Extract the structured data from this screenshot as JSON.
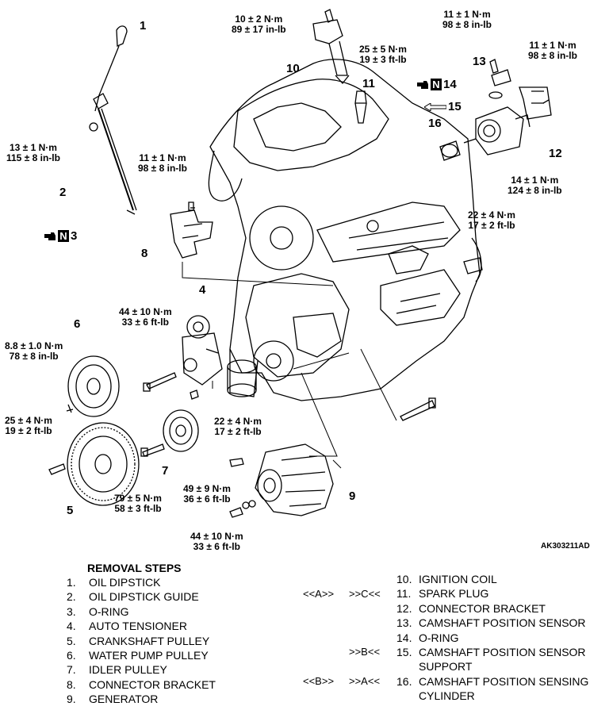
{
  "diagram": {
    "reference_id": "AK303211AD",
    "callouts": [
      "1",
      "2",
      "3",
      "4",
      "5",
      "6",
      "7",
      "8",
      "9",
      "10",
      "11",
      "12",
      "13",
      "14",
      "15",
      "16"
    ],
    "torques": [
      {
        "nm": "10 ± 2 N·m",
        "lb": "89 ± 17 in-lb"
      },
      {
        "nm": "25 ± 5 N·m",
        "lb": "19 ± 3 ft-lb"
      },
      {
        "nm": "11 ± 1 N·m",
        "lb": "98 ± 8 in-lb"
      },
      {
        "nm": "11 ± 1 N·m",
        "lb": "98 ± 8 in-lb"
      },
      {
        "nm": "13 ± 1 N·m",
        "lb": "115 ± 8 in-lb"
      },
      {
        "nm": "11 ± 1 N·m",
        "lb": "98 ± 8 in-lb"
      },
      {
        "nm": "14 ± 1 N·m",
        "lb": "124 ± 8 in-lb"
      },
      {
        "nm": "22 ± 4 N·m",
        "lb": "17 ± 2 ft-lb"
      },
      {
        "nm": "44 ± 10 N·m",
        "lb": "33 ± 6 ft-lb"
      },
      {
        "nm": "8.8 ± 1.0 N·m",
        "lb": "78 ± 8 in-lb"
      },
      {
        "nm": "22 ± 4 N·m",
        "lb": "17 ± 2 ft-lb"
      },
      {
        "nm": "25 ± 4 N·m",
        "lb": "19 ± 2 ft-lb"
      },
      {
        "nm": "79 ± 5 N·m",
        "lb": "58 ± 3 ft-lb"
      },
      {
        "nm": "49 ± 9 N·m",
        "lb": "36 ± 6 ft-lb"
      },
      {
        "nm": "44 ± 10 N·m",
        "lb": "33 ± 6 ft-lb"
      }
    ],
    "new_part_mark": "N"
  },
  "removal": {
    "heading": "REMOVAL STEPS",
    "left_steps": [
      {
        "num": "1.",
        "text": "OIL DIPSTICK"
      },
      {
        "num": "2.",
        "text": "OIL DIPSTICK GUIDE"
      },
      {
        "num": "3.",
        "text": "O-RING"
      },
      {
        "num": "4.",
        "text": "AUTO TENSIONER"
      },
      {
        "num": "5.",
        "text": "CRANKSHAFT PULLEY"
      },
      {
        "num": "6.",
        "text": "WATER PUMP PULLEY"
      },
      {
        "num": "7.",
        "text": "IDLER PULLEY"
      },
      {
        "num": "8.",
        "text": "CONNECTOR BRACKET"
      },
      {
        "num": "9.",
        "text": "GENERATOR"
      }
    ],
    "right_steps": [
      {
        "num": "10.",
        "text": "IGNITION COIL"
      },
      {
        "num": "11.",
        "text": "SPARK PLUG"
      },
      {
        "num": "12.",
        "text": "CONNECTOR BRACKET"
      },
      {
        "num": "13.",
        "text": "CAMSHAFT POSITION SENSOR"
      },
      {
        "num": "14.",
        "text": "O-RING"
      },
      {
        "num": "15.",
        "text": "CAMSHAFT POSITION SENSOR"
      },
      {
        "num": "",
        "text": "SUPPORT"
      },
      {
        "num": "16.",
        "text": "CAMSHAFT POSITION SENSING"
      },
      {
        "num": "",
        "text": "CYLINDER"
      }
    ],
    "markers": {
      "m11_a": "<<A>>",
      "m11_b": ">>C<<",
      "m15_b": ">>B<<",
      "m16_a": "<<B>>",
      "m16_b": ">>A<<"
    }
  }
}
